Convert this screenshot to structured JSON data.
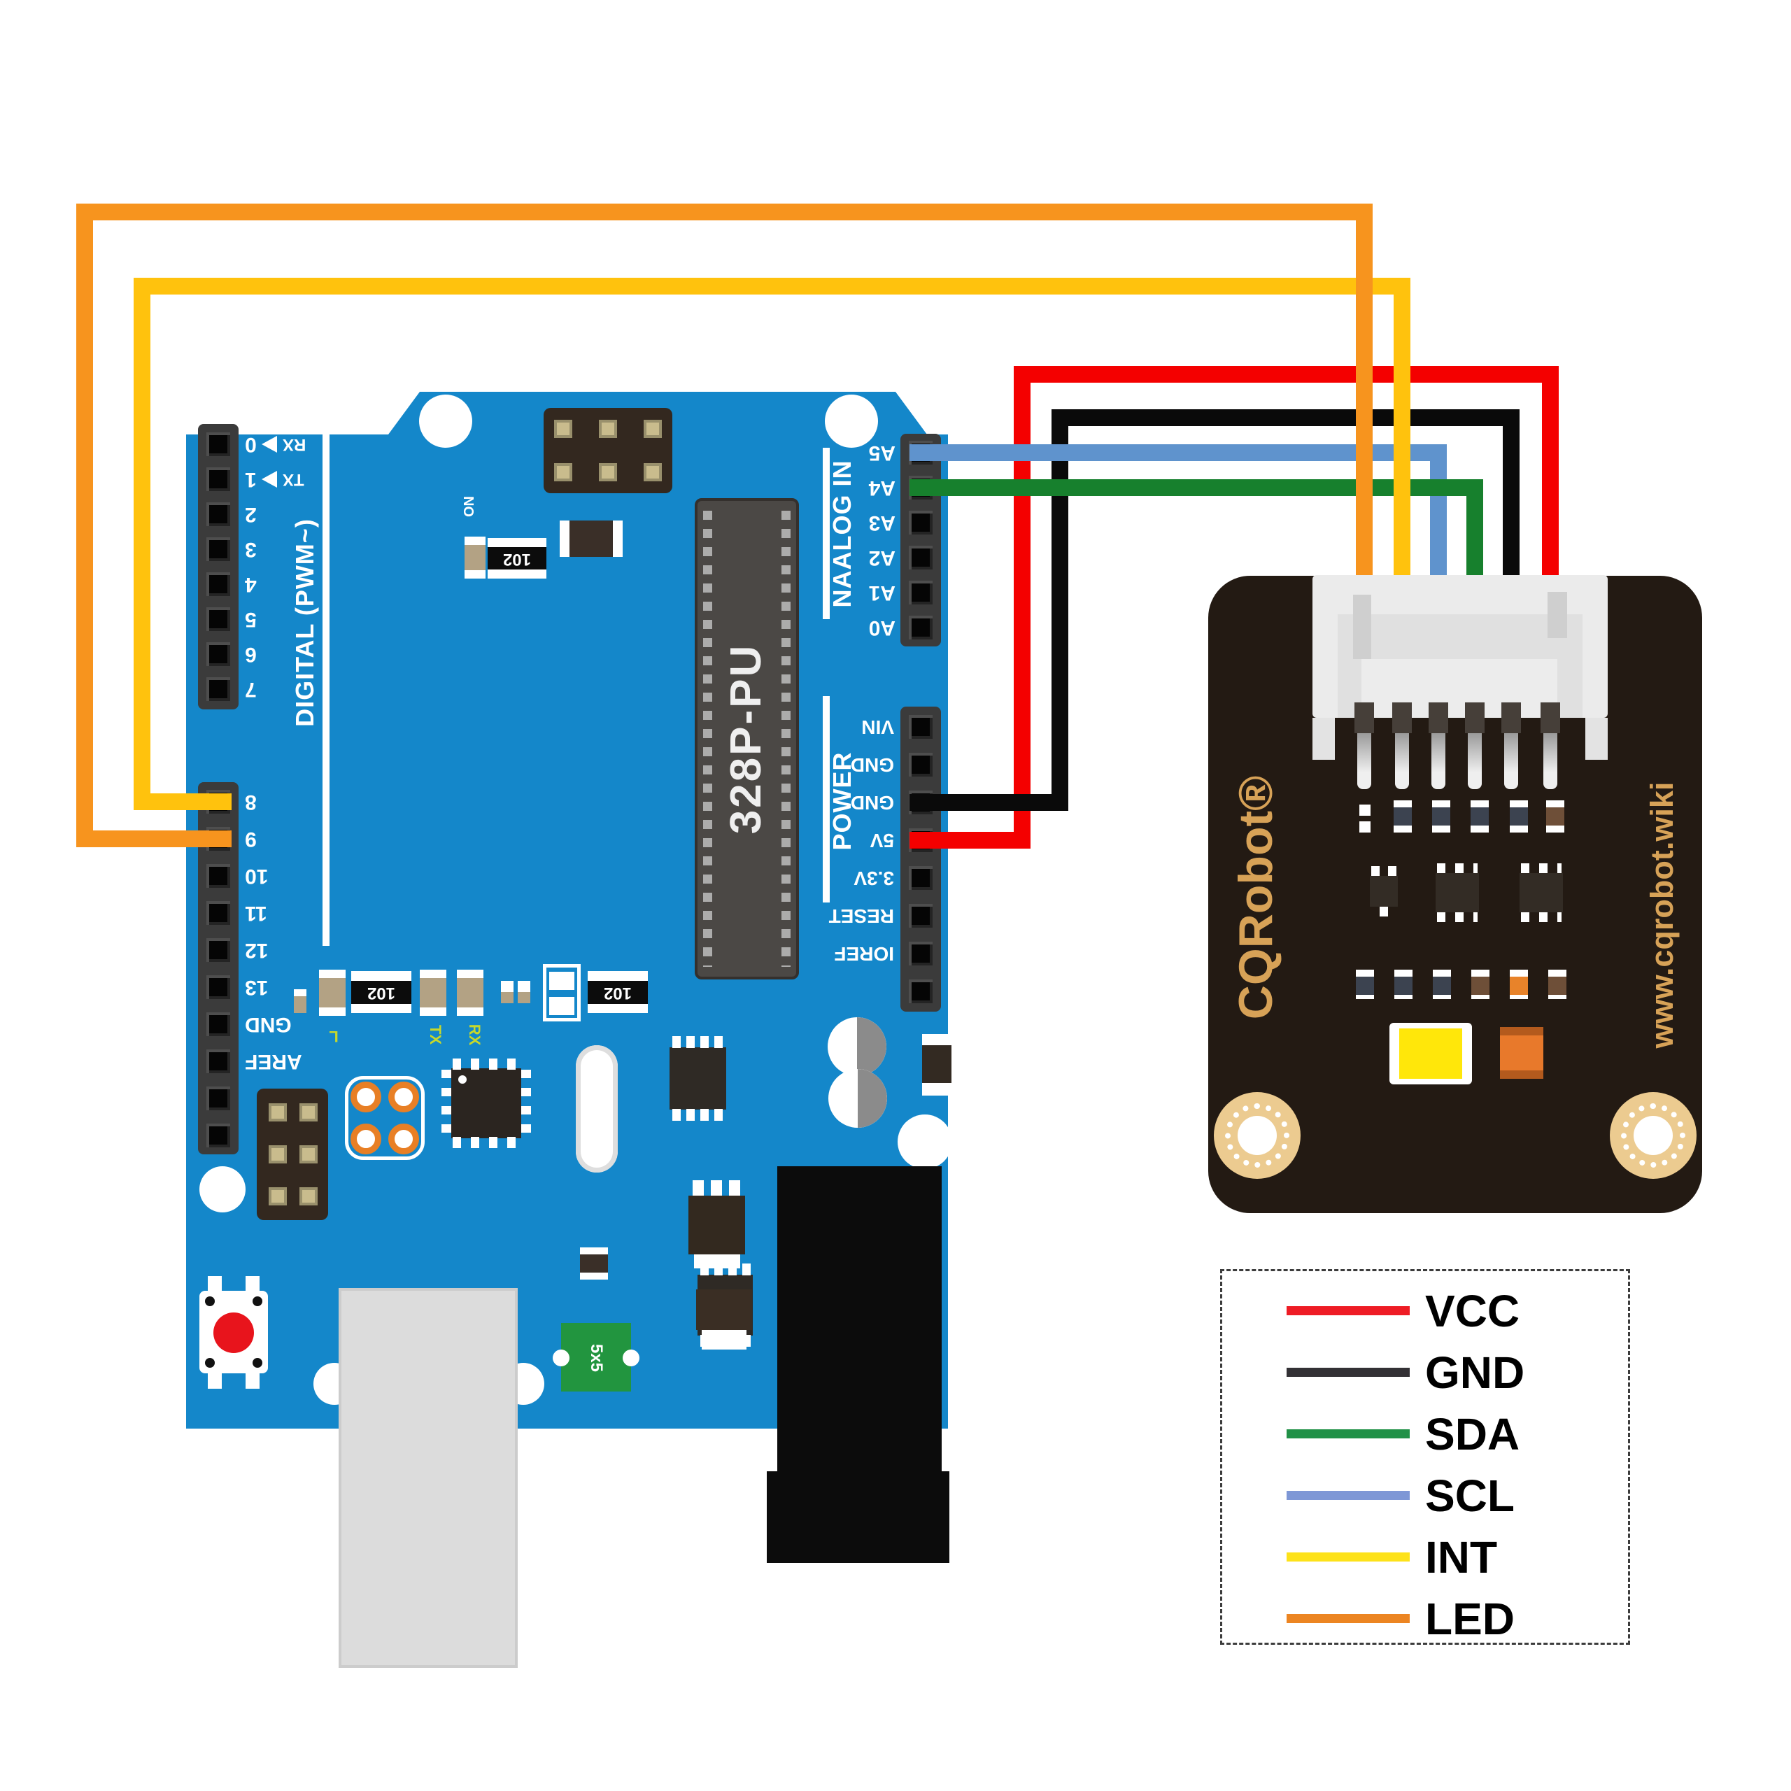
{
  "arduino": {
    "chip": "328P-PU",
    "digital_section": "DIGITAL  (PWM~)",
    "analog_section": "NAALOG IN",
    "power_section": "POWER",
    "on_label": "ON",
    "rx_label": "RX",
    "tx_label": "TX",
    "digital_pins": [
      "0",
      "1",
      "2",
      "3",
      "4",
      "5",
      "6",
      "7"
    ],
    "digital_pins2": [
      "8",
      "9",
      "10",
      "11",
      "12",
      "13",
      "GND",
      "AREF"
    ],
    "analog_pins": [
      "A5",
      "A4",
      "A3",
      "A2",
      "A1",
      "A0"
    ],
    "power_pins": [
      "VIN",
      "GND",
      "GND",
      "5V",
      "3.3V",
      "RESET",
      "IOREF"
    ],
    "resistor_value": "102",
    "fuse_value": "5x5",
    "silk_l": "L",
    "silk_tx": "TX",
    "silk_rx": "RX",
    "board_color": "#1487ca"
  },
  "module": {
    "brand": "CQRobot®",
    "website": "www.cqrobot.wiki",
    "body_color": "#231a13",
    "text_color": "#d7a257"
  },
  "wires": {
    "vcc_color": "#f40000",
    "gnd_color": "#0a0a0a",
    "sda_color": "#17802d",
    "scl_color": "#5f93cd",
    "int_color": "#ffc20d",
    "led_color": "#f7941e"
  },
  "legend": {
    "items": [
      {
        "label": "VCC",
        "color": "#ee1c25"
      },
      {
        "label": "GND",
        "color": "#333135"
      },
      {
        "label": "SDA",
        "color": "#219147"
      },
      {
        "label": "SCL",
        "color": "#7e97d6"
      },
      {
        "label": "INT",
        "color": "#fde21a"
      },
      {
        "label": "LED",
        "color": "#ec8522"
      }
    ]
  }
}
